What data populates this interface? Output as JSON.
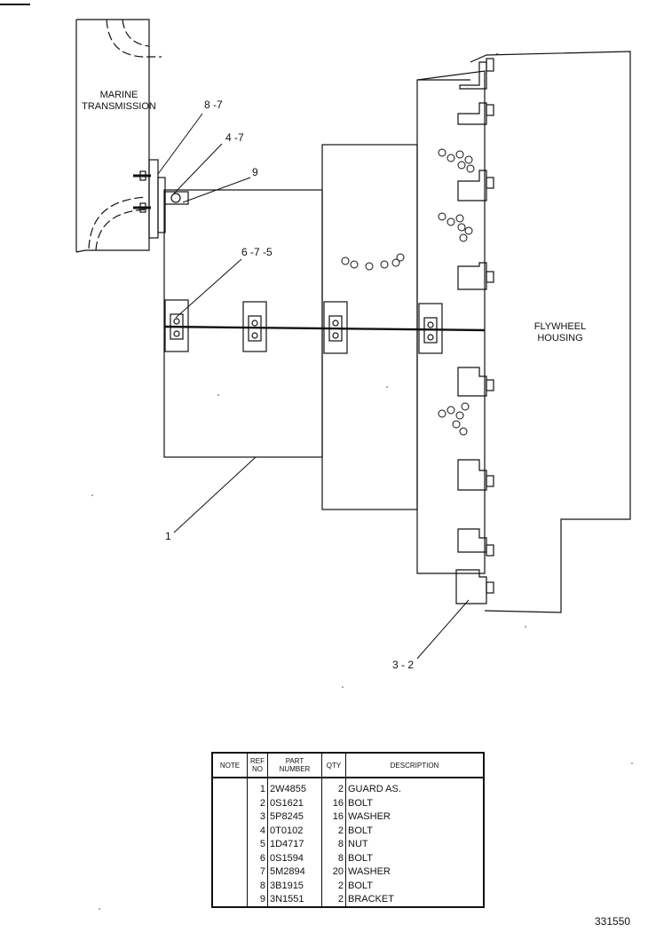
{
  "labels": {
    "marine_transmission": [
      "MARINE",
      "TRANSMISSION"
    ],
    "flywheel_housing": [
      "FLYWHEEL",
      "HOUSING"
    ]
  },
  "callouts": {
    "c1": "8 -7",
    "c2": "4 -7",
    "c3": "9",
    "c4": "6 -7 -5",
    "c5": "1",
    "c6": "3 - 2"
  },
  "parts_table": {
    "headers": {
      "note": "NOTE",
      "ref_no": [
        "REF",
        "NO"
      ],
      "part_number": [
        "PART",
        "NUMBER"
      ],
      "qty": "QTY",
      "description": "DESCRIPTION"
    },
    "rows": [
      {
        "note": "",
        "ref": "1",
        "part": "2W4855",
        "qty": "2",
        "desc": "GUARD AS."
      },
      {
        "note": "",
        "ref": "2",
        "part": "0S1621",
        "qty": "16",
        "desc": "BOLT"
      },
      {
        "note": "",
        "ref": "3",
        "part": "5P8245",
        "qty": "16",
        "desc": "WASHER"
      },
      {
        "note": "",
        "ref": "4",
        "part": "0T0102",
        "qty": "2",
        "desc": "BOLT"
      },
      {
        "note": "",
        "ref": "5",
        "part": "1D4717",
        "qty": "8",
        "desc": "NUT"
      },
      {
        "note": "",
        "ref": "6",
        "part": "0S1594",
        "qty": "8",
        "desc": "BOLT"
      },
      {
        "note": "",
        "ref": "7",
        "part": "5M2894",
        "qty": "20",
        "desc": "WASHER"
      },
      {
        "note": "",
        "ref": "8",
        "part": "3B1915",
        "qty": "2",
        "desc": "BOLT"
      },
      {
        "note": "",
        "ref": "9",
        "part": "3N1551",
        "qty": "2",
        "desc": "BRACKET"
      }
    ]
  },
  "drawing_number": "331550"
}
